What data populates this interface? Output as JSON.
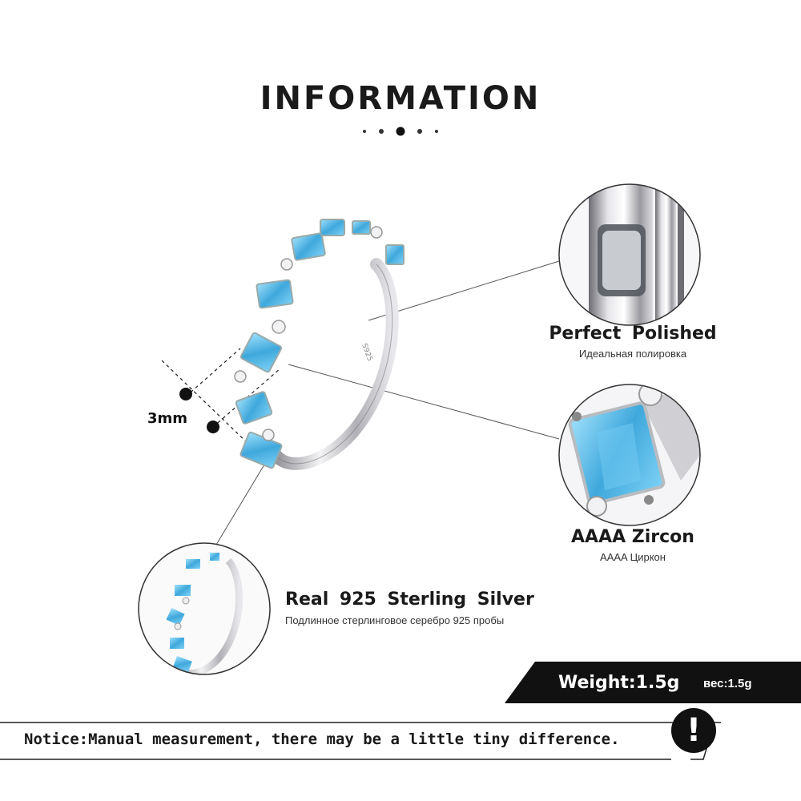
{
  "header": {
    "title": "INFORMATION"
  },
  "dimension": {
    "label": "3mm"
  },
  "features": [
    {
      "title": "Perfect  Polished",
      "subtitle": "Идеальная полировка"
    },
    {
      "title": "AAAA Zircon",
      "subtitle": "AAAA Циркон"
    },
    {
      "title": "Real 925  Sterling  Silver",
      "subtitle": "Подлинное стерлинговое серебро 925 пробы"
    }
  ],
  "ring": {
    "stamp": "S925"
  },
  "weight": {
    "label": "Weight:1.5g",
    "label_ru": "вес:1.5g"
  },
  "notice": {
    "text": "Notice:Manual measurement, there may be a little tiny difference.",
    "icon": "!"
  },
  "colors": {
    "stone": "#4fb6e6",
    "silver": "#c8c8cc",
    "banner": "#111111"
  }
}
